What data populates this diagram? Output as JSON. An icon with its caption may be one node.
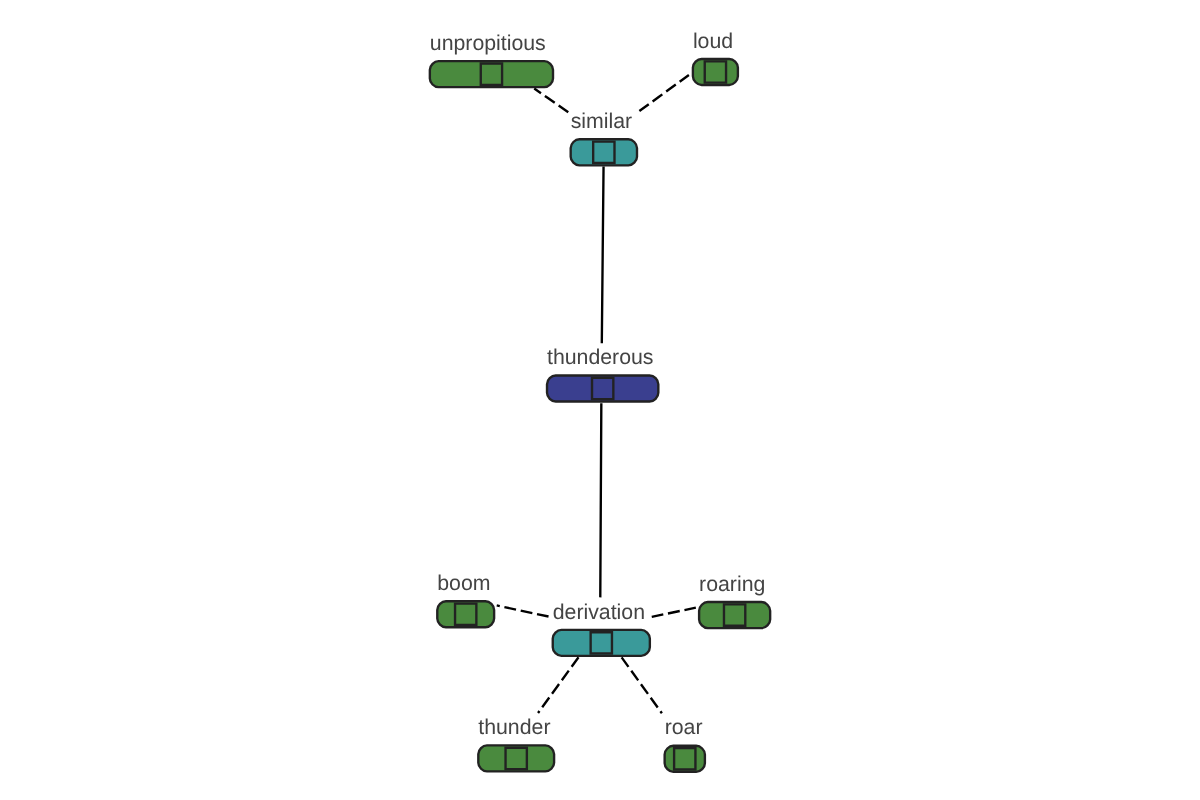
{
  "diagram": {
    "nodes": [
      {
        "text": [
          "thunderous"
        ]
      },
      {
        "text": [
          "similar"
        ]
      },
      {
        "text": [
          "derivation"
        ]
      },
      {
        "text": [
          "loud"
        ]
      },
      {
        "text": [
          "unpropitious"
        ]
      },
      {
        "text": [
          "boom"
        ]
      },
      {
        "text": [
          "thunder"
        ]
      },
      {
        "text": [
          "roar"
        ]
      },
      {
        "text": [
          "roaring"
        ]
      }
    ],
    "edges": [
      {
        "from": 0,
        "to": 1,
        "arrow": "none"
      },
      {
        "from": 0,
        "to": 2,
        "arrow": "none"
      },
      {
        "from": 1,
        "to": 3,
        "arrow": "none",
        "style": "dashed"
      },
      {
        "from": 1,
        "to": 4,
        "arrow": "none",
        "style": "dashed"
      },
      {
        "from": 2,
        "to": 5,
        "arrow": "none",
        "style": "dashed"
      },
      {
        "from": 2,
        "to": 6,
        "arrow": "none",
        "style": "dashed"
      },
      {
        "from": 2,
        "to": 7,
        "arrow": "none",
        "style": "dashed"
      },
      {
        "from": 2,
        "to": 8,
        "arrow": "none",
        "style": "dashed"
      }
    ]
  }
}
